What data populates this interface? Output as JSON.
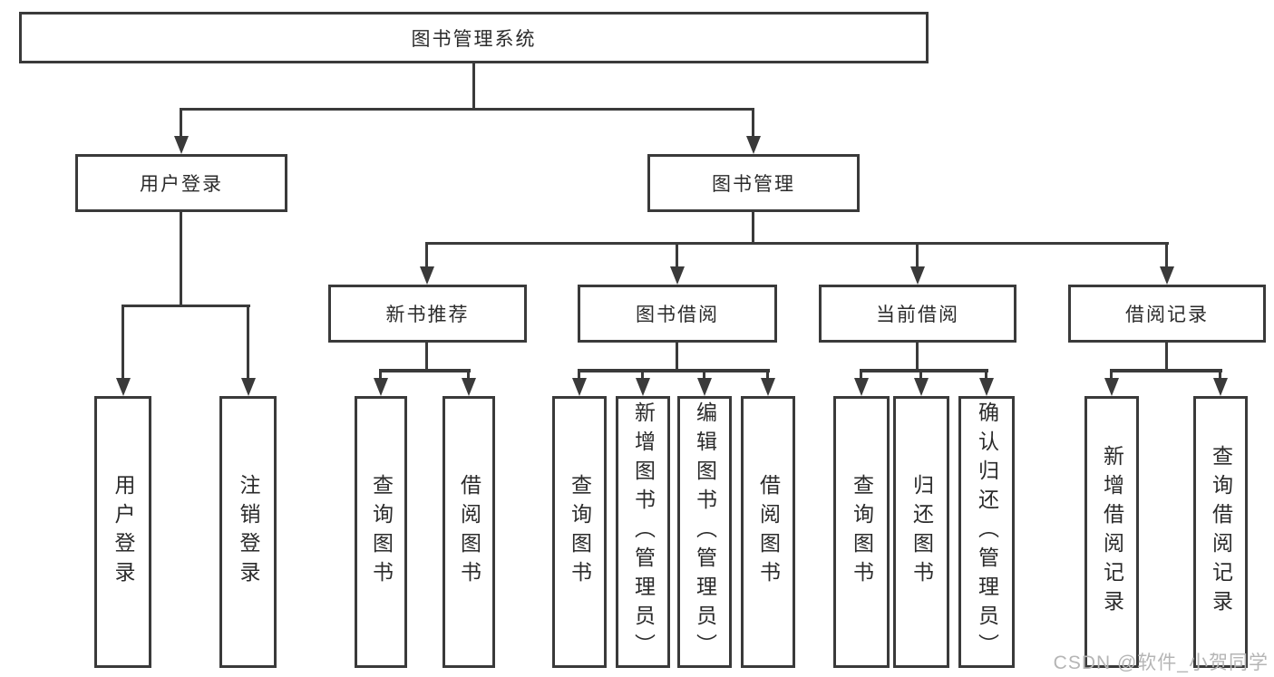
{
  "nodes": {
    "root": "图书管理系统",
    "userLogin": "用户登录",
    "bookMgmt": "图书管理",
    "newBook": "新书推荐",
    "bookBorrow": "图书借阅",
    "currentBorrow": "当前借阅",
    "borrowRecord": "借阅记录",
    "userLoginChildren": [
      "用户登录",
      "注销登录"
    ],
    "newBookChildren": [
      "查询图书",
      "借阅图书"
    ],
    "bookBorrowChildren": [
      "查询图书",
      "新增图书（管理员）",
      "编辑图书（管理员）",
      "借阅图书"
    ],
    "currentBorrowChildren": [
      "查询图书",
      "归还图书",
      "确认归还（管理员）"
    ],
    "borrowRecordChildren": [
      "新增借阅记录",
      "查询借阅记录"
    ]
  },
  "watermark": {
    "text": "CSDN @软件_小贺同学",
    "color": "#b5b5b5"
  },
  "colors": {
    "line": "#3a3a3a",
    "text": "#2b2b2b",
    "background": "#ffffff"
  }
}
